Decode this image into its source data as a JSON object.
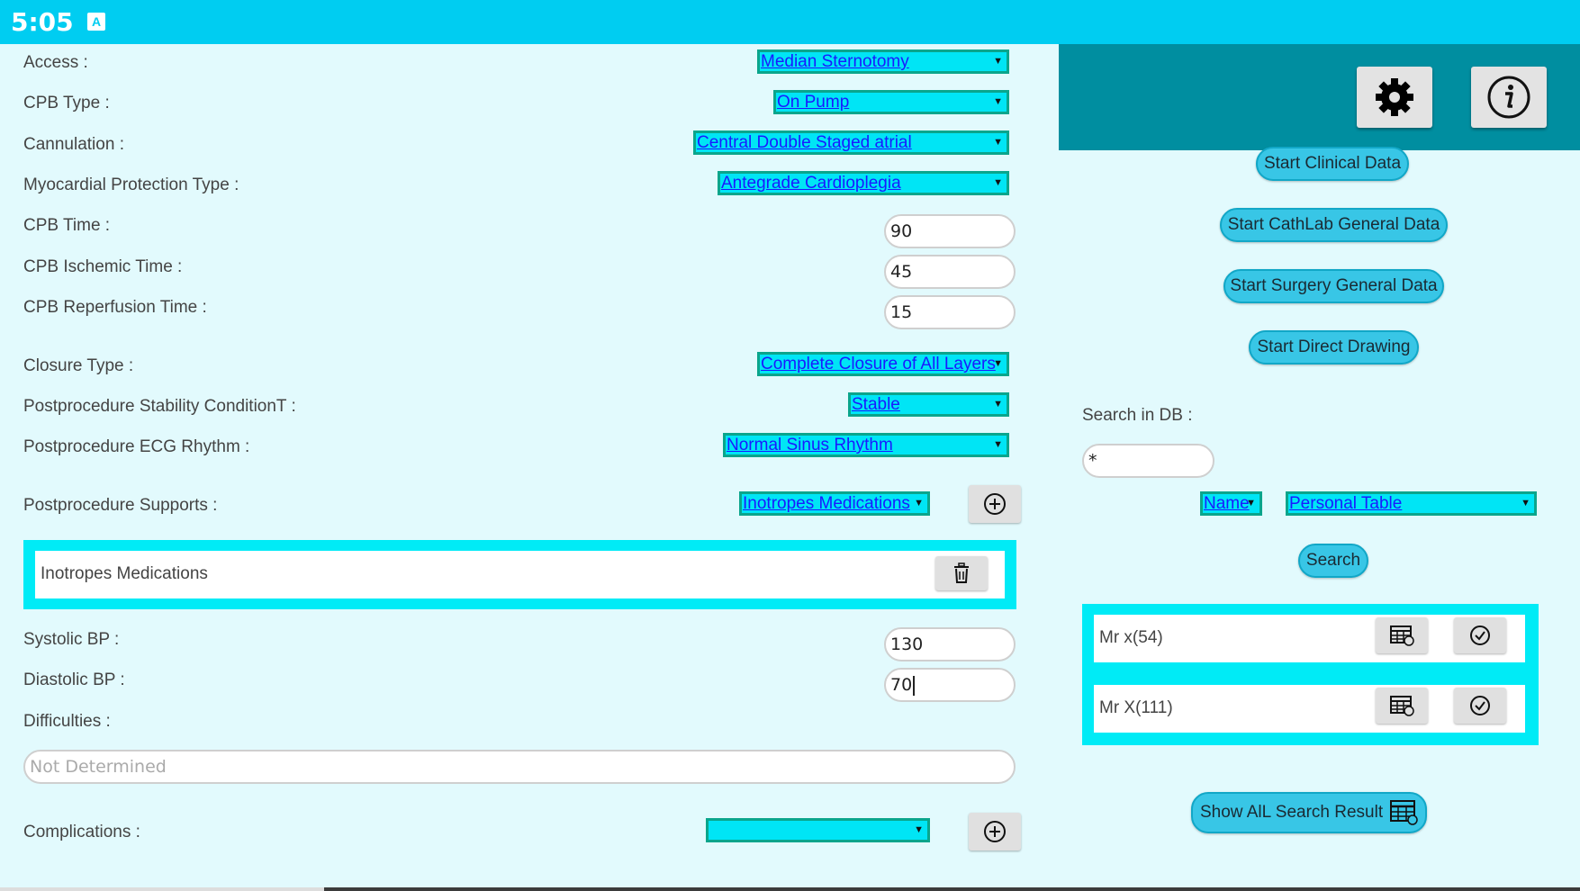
{
  "status": {
    "time": "5:05",
    "icon": "A"
  },
  "form": {
    "access": {
      "label": "Access :",
      "value": "Median Sternotomy"
    },
    "cpb_type": {
      "label": "CPB Type :",
      "value": "On Pump"
    },
    "cannulation": {
      "label": "Cannulation :",
      "value": "Central Double Staged atrial"
    },
    "myocardial": {
      "label": "Myocardial Protection Type :",
      "value": "Antegrade Cardioplegia"
    },
    "cpb_time": {
      "label": "CPB Time :",
      "value": "90"
    },
    "cpb_ischemic": {
      "label": "CPB Ischemic Time :",
      "value": "45"
    },
    "cpb_reperfusion": {
      "label": "CPB Reperfusion Time :",
      "value": "15"
    },
    "closure": {
      "label": "Closure Type :",
      "value": "Complete Closure of All Layers"
    },
    "stability": {
      "label": "Postprocedure Stability ConditionT :",
      "value": "Stable"
    },
    "ecg": {
      "label": "Postprocedure ECG Rhythm :",
      "value": "Normal Sinus Rhythm"
    },
    "supports": {
      "label": "Postprocedure Supports :",
      "value": "Inotropes Medications",
      "items": [
        "Inotropes Medications"
      ]
    },
    "systolic": {
      "label": "Systolic BP :",
      "value": "130"
    },
    "diastolic": {
      "label": "Diastolic BP :",
      "value": "70"
    },
    "difficulties": {
      "label": "Difficulties :",
      "placeholder": "Not Determined"
    },
    "complications": {
      "label": "Complications :",
      "value": ""
    }
  },
  "side": {
    "buttons": {
      "clinical": "Start Clinical Data",
      "cathlab": "Start CathLab General Data",
      "surgery": "Start Surgery General Data",
      "drawing": "Start Direct Drawing"
    },
    "search_label": "Search in DB :",
    "search_value": "*",
    "field_select": "Name",
    "table_select": "Personal Table",
    "search_button": "Search",
    "results": [
      "Mr x(54)",
      "Mr X(111)"
    ],
    "show_all": "Show AlL Search Result"
  },
  "colors": {
    "statusbar": "#00cdf1",
    "header": "#008ea0",
    "accent": "#00e5f5",
    "background": "#e2fafd"
  },
  "icons": [
    "gear-icon",
    "info-icon",
    "plus-circle-icon",
    "trash-icon",
    "table-icon",
    "check-circle-icon"
  ]
}
